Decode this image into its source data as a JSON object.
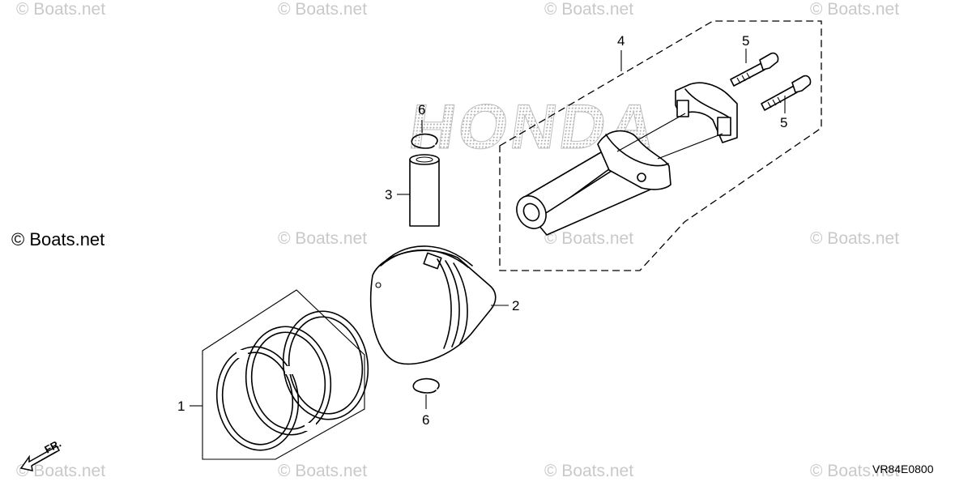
{
  "watermark": "© Boats.net",
  "brand_watermark": "© Boats.net",
  "background_logo": "HONDA",
  "diagram_code": "VR84E0800",
  "front_indicator": "FR.",
  "callouts": {
    "rings": "1",
    "piston": "2",
    "pin": "3",
    "rod": "4",
    "bolt_a": "5",
    "bolt_b": "5",
    "clip_top": "6",
    "clip_bottom": "6"
  },
  "colors": {
    "line": "#000000",
    "watermark": "#c9c9c9",
    "background": "#ffffff"
  }
}
